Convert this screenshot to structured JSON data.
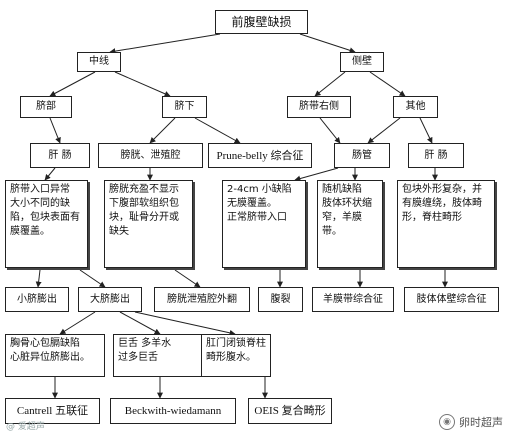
{
  "nodes": {
    "root": "前腹壁缺损",
    "midline": "中线",
    "lateral": "侧壁",
    "umbilical": "脐部",
    "infraumbilical": "脐下",
    "right_umbilical": "脐带右侧",
    "other": "其他",
    "liver_gut": "肝 肠",
    "bladder_cloaca": "膀胱、泄殖腔",
    "prune_belly": "Prune-belly 综合征",
    "gut": "肠管",
    "liver_gut_2": "肝 肠",
    "omphalocele_desc": "脐带入口异常\n大小不同的缺陷，包块表面有膜覆盖。",
    "bladder_desc": "膀胱充盈不显示\n下腹部软组织包块，耻骨分开或缺失",
    "gastroschisis_desc": "2-4cm 小缺陷\n无膜覆盖。\n正常脐带入口",
    "random_desc": "随机缺陷\n肢体环状缩窄，羊膜带。",
    "complex_desc": "包块外形复杂，并有膜缠绕，肢体畸形，脊柱畸形",
    "small_omphalocele": "小脐膨出",
    "large_omphalocele": "大脐膨出",
    "bladder_exstrophy": "膀胱泄殖腔外翻",
    "gastroschisis": "腹裂",
    "amniotic_band": "羊膜带综合征",
    "body_stalk": "肢体体壁综合征",
    "pentalogy_desc": "胸骨心包膈缺陷\n心脏异位脐膨出。",
    "bws_desc": "巨舌 多羊水\n过多巨舌",
    "oeis_desc": "肛门闭锁脊柱畸形腹水。",
    "cantrell": "Cantrell 五联征",
    "beckwith": "Beckwith-wiedamann",
    "oeis": "OEIS 复合畸形"
  },
  "watermark": {
    "text": "卵时超声",
    "left_text": "@ 爱超声"
  }
}
